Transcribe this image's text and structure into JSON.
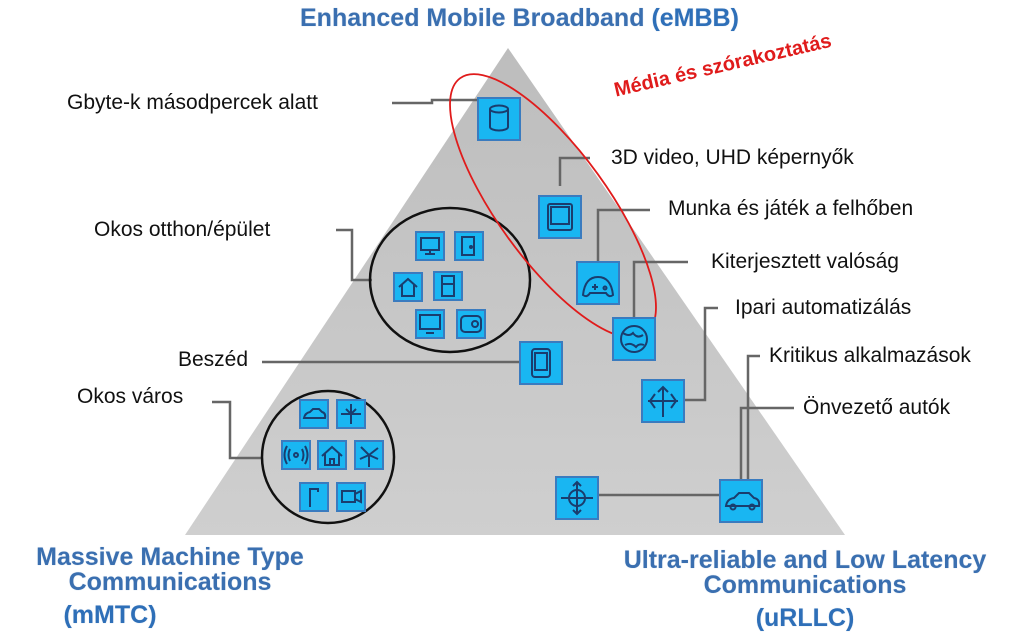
{
  "corners": {
    "embb": {
      "name": "Enhanced Mobile Broadband",
      "acronym": "(eMBB)"
    },
    "mmtc": {
      "line1": "Massive Machine Type",
      "line2": "Communications",
      "acronym": "(mMTC)"
    },
    "urllc": {
      "line1": "Ultra-reliable  and Low Latency",
      "line2": "Communications",
      "acronym": "(uRLLC)"
    }
  },
  "highlight": {
    "label": "Média és szórakoztatás",
    "color": "#e01b1b"
  },
  "labels": {
    "gbyte": "Gbyte-k másodpercek alatt",
    "video3d": "3D video, UHD képernyők",
    "cloud": "Munka és játék a felhőben",
    "ar": "Kiterjesztett valóság",
    "smart_home": "Okos otthon/épület",
    "industrial": "Ipari automatizálás",
    "voice": "Beszéd",
    "critical": "Kritikus alkalmazások",
    "smart_city": "Okos város",
    "self_driving": "Önvezető autók"
  },
  "icons": {
    "database": "database-icon",
    "tablet": "tablet-icon",
    "gamepad": "gamepad-icon",
    "globe": "globe-icon",
    "phone": "phone-icon",
    "robot_arm": "arrows-icon",
    "drone": "drone-icon",
    "car": "car-icon",
    "monitor": "monitor-icon",
    "door": "door-icon",
    "house": "house-icon",
    "fridge": "fridge-icon",
    "tv": "tv-icon",
    "washer": "washer-icon",
    "vehicle": "vehicle-icon",
    "traffic": "traffic-icon",
    "sensor": "sensor-icon",
    "home": "home-icon",
    "lamp": "streetlamp-icon",
    "camera": "camera-icon",
    "windmill": "windmill-icon"
  },
  "colors": {
    "triangle": "#c8c8c8",
    "icon_fill": "#19b6f2",
    "icon_stroke": "#1a3d6e",
    "title_blue": "#3a6fb0"
  }
}
